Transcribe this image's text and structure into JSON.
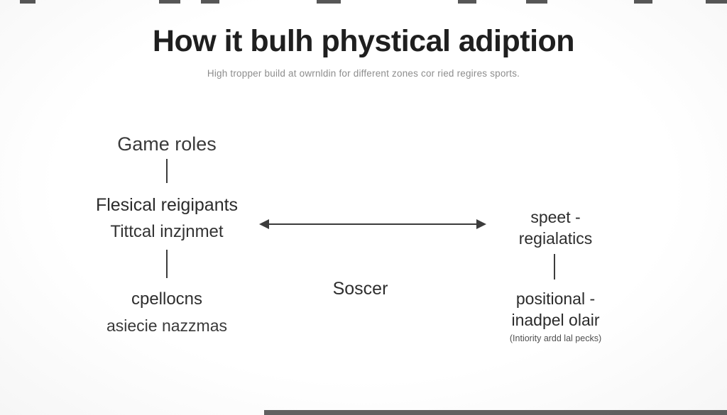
{
  "title": "How it bulh phystical adiption",
  "subtitle": "High tropper build at owrnldin for different zones cor ried regires sports.",
  "left_column": {
    "node1": "Game roles",
    "node2_line1": "Flesical reigipants",
    "node2_line2": "Tittcal inzjnmet",
    "node3_line1": "cpellocns",
    "node3_line2": "asiecie nazzmas"
  },
  "center": {
    "label": "Soscer"
  },
  "right_column": {
    "node1_line1": "speet -",
    "node1_line2": "regialatics",
    "node2_line1": "positional -",
    "node2_line2": "inadpel olair",
    "note": "(Intiority ardd lal pecks)"
  },
  "colors": {
    "text": "#2e2e2e",
    "subtitle": "#8d8d8d",
    "connector": "#3c3c3c",
    "background": "#ffffff"
  }
}
